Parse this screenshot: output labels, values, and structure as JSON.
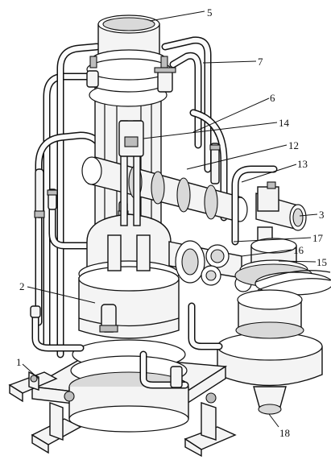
{
  "figure": {
    "labels": {
      "l1": "1",
      "l2": "2",
      "l3": "3",
      "l5": "5",
      "l6": "6",
      "l7": "7",
      "l12": "12",
      "l13": "13",
      "l14": "14",
      "l15": "15",
      "l16": "16",
      "l17": "17",
      "l18": "18"
    }
  }
}
